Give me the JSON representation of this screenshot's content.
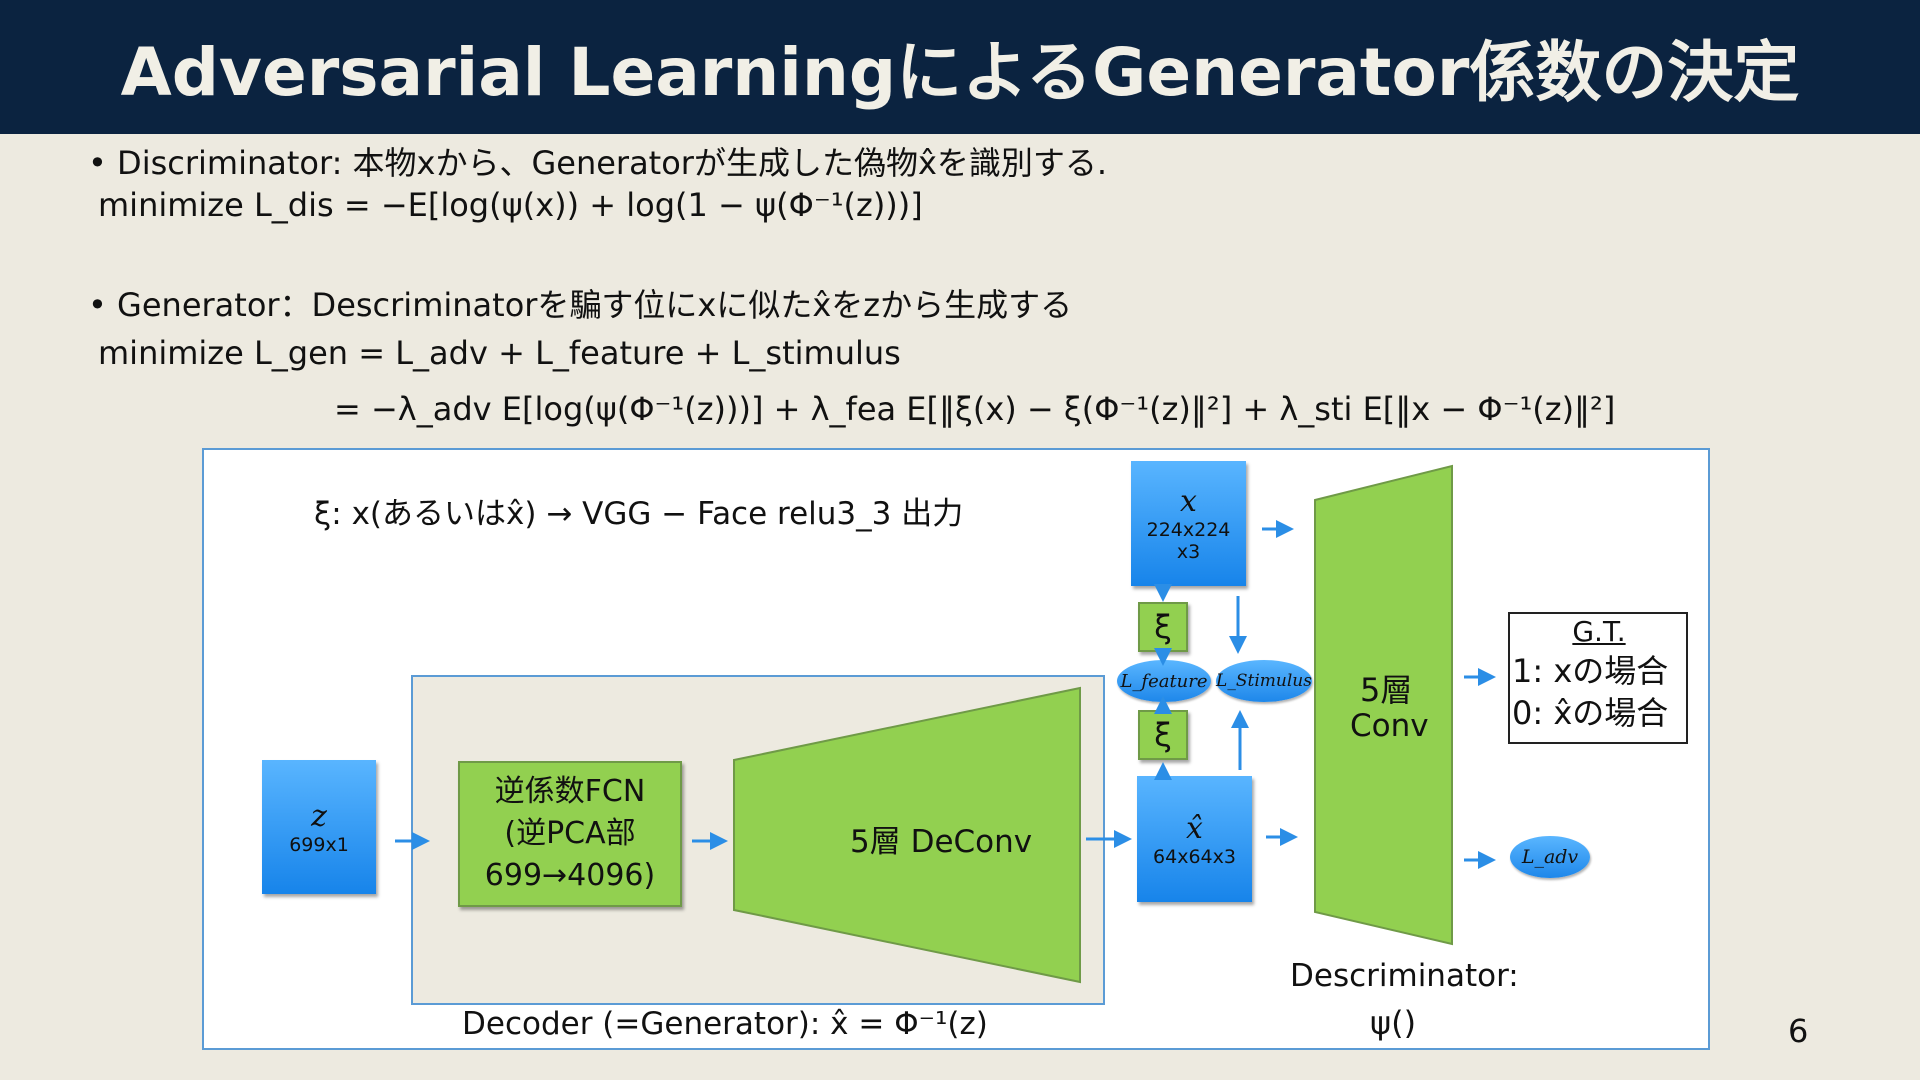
{
  "slide": {
    "title": "Adversarial LearningによるGenerator係数の決定",
    "page_number": "6"
  },
  "bullets": {
    "discriminator": "•    Discriminator: 本物xから、Generatorが生成した偽物x̂を識別する.",
    "discriminator_formula": "minimize L_dis = −E[log(ψ(x)) + log(1 − ψ(Φ⁻¹(z)))]",
    "generator": "•    Generator：Descriminatorを騙す位にxに似たx̂をzから生成する",
    "generator_formula1": "minimize L_gen  = L_adv + L_feature + L_stimulus",
    "generator_formula2": "= −λ_adv E[log(ψ(Φ⁻¹(z)))] + λ_fea E[‖ξ(x) − ξ(Φ⁻¹(z)‖²] + λ_sti E[‖x − Φ⁻¹(z)‖²]"
  },
  "diagram": {
    "xi_note": "ξ: x(あるいはx̂)  →  VGG − Face relu3_3 出力",
    "z_box": {
      "symbol": "z",
      "size": "699x1"
    },
    "fcn_box": {
      "line1": "逆係数FCN",
      "line2": "(逆PCA部",
      "line3": "699→4096)"
    },
    "deconv_label": "5層 DeConv",
    "decoder_caption": "Decoder (=Generator):  x̂ = Φ⁻¹(z)",
    "x_box": {
      "symbol": "x",
      "size1": "224x224",
      "size2": "x3"
    },
    "xhat_box": {
      "symbol": "x̂",
      "size": "64x64x3"
    },
    "xi_upper": "ξ",
    "xi_lower": "ξ",
    "l_feature": "L_feature",
    "l_stimulus": "L_Stimulus",
    "conv_label1": "5層",
    "conv_label2": "Conv",
    "l_adv": "L_adv",
    "gt": {
      "title": "G.T.",
      "line1": "1: xの場合",
      "line2": "0: x̂の場合"
    },
    "discriminator_caption1": "Descriminator:",
    "discriminator_caption2": "ψ()"
  },
  "colors": {
    "title_bg": "#0b2340",
    "slide_bg": "#edeae0",
    "blue_box": "#1784ea",
    "green_box": "#92d050",
    "arrow": "#2b8ee6"
  }
}
